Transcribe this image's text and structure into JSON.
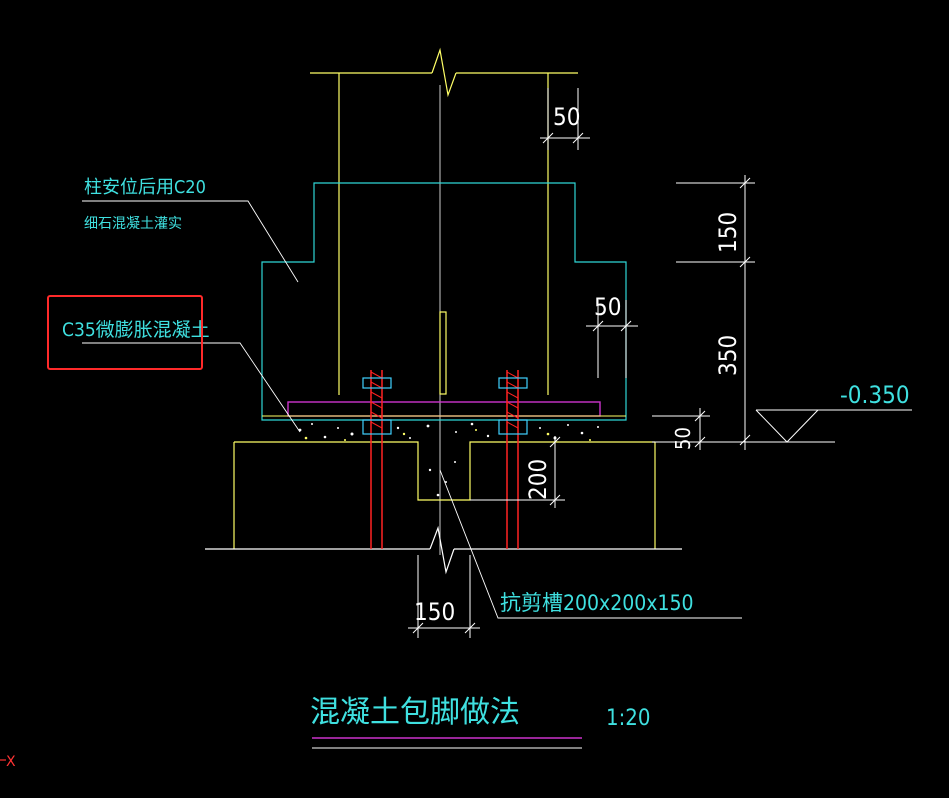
{
  "colors": {
    "background": "#000000",
    "column": "#ffff66",
    "encasement": "#2fd6d6",
    "base_plate": "#cc33cc",
    "anchor_bolt": "#ff2222",
    "nut": "#3fd0ff",
    "dimension": "#ffffff",
    "text_cyan": "#3fe0e0",
    "highlight_box": "#ff2a2a",
    "title_underline": "#cc33cc"
  },
  "labels": {
    "fill_note_line1": "柱安位后用C20",
    "fill_note_line2": "细石混凝土灌实",
    "c35_note": "C35微膨胀混凝土",
    "shear_slot": "抗剪槽200x200x150",
    "elevation": "-0.350"
  },
  "dimensions": {
    "top_offset": "50",
    "side_offset": "50",
    "height_150": "150",
    "height_350": "350",
    "grout_50": "50",
    "slot_depth": "200",
    "slot_width": "150"
  },
  "title": {
    "name": "混凝土包脚做法",
    "scale": "1:20"
  },
  "axis_marker": "X"
}
